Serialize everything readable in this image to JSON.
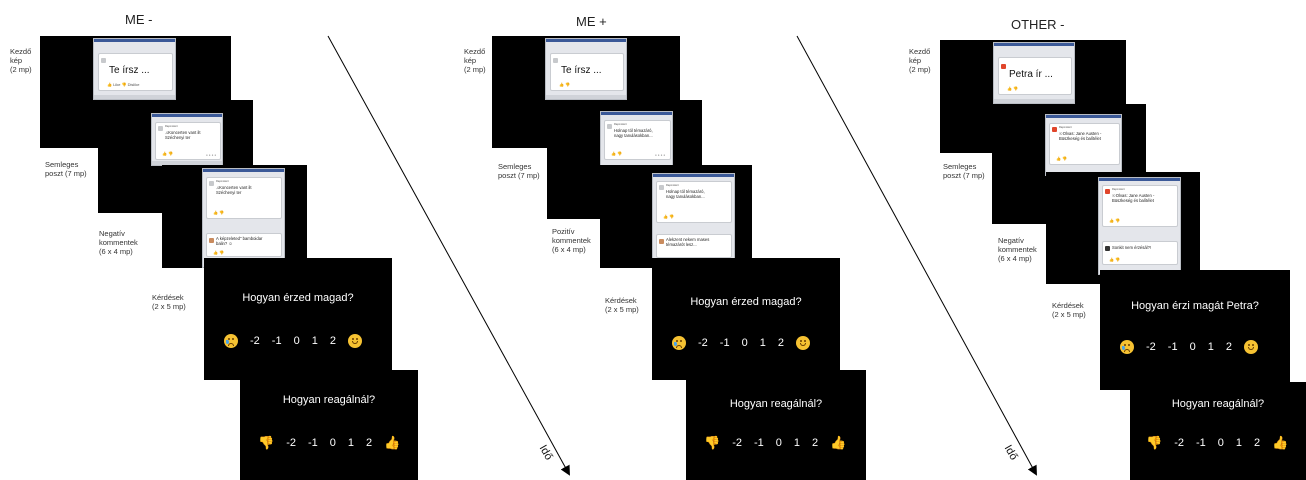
{
  "panels": [
    {
      "title": "ME -",
      "labels": {
        "start": "Kezdő\nkép\n(2 mp)",
        "neutral": "Semleges\nposzt (7 mp)",
        "comments": "Negatív\nkommentek\n(6 x 4 mp)",
        "questions": "Kérdések\n(2 x 5 mp)"
      },
      "start_prompt": "Te írsz ...",
      "post_text": "♫Koncerten vant ilt\nSzéchenyi ter",
      "comment_text": "A képzeleted\" bamboidar\nbalin? ☺",
      "question1": "Hogyan érzed magad?",
      "question2": "Hogyan reagálnál?"
    },
    {
      "title": "ME +",
      "labels": {
        "start": "Kezdő\nkép\n(2 mp)",
        "neutral": "Semleges\nposzt (7 mp)",
        "comments": "Pozitív\nkommentek\n(6 x 4 mp)",
        "questions": "Kérdések\n(2 x 5 mp)"
      },
      "start_prompt": "Te írsz ...",
      "post_text": "Holnap tól témazáró,\nnagy tanulásokban...",
      "comment_text": "Alekzent nekem mases\ntémazárót lesz...",
      "question1": "Hogyan érzed magad?",
      "question2": "Hogyan reagálnál?"
    },
    {
      "title": "OTHER -",
      "labels": {
        "start": "Kezdő\nkép\n(2 mp)",
        "neutral": "Semleges\nposzt (7 mp)",
        "comments": "Negatív\nkommentek\n(6 x 4 mp)",
        "questions": "Kérdések\n(2 x 5 mp)"
      },
      "start_prompt": "Petra ír ...",
      "post_text": "☉Olvas: Jane Austen -\nBüszkeség és balítélet",
      "comment_text": "Sonkit nem érzésál?!",
      "question1": "Hogyan érzi magát Petra?",
      "question2": "Hogyan reagálnál?"
    }
  ],
  "post_author": "Rapmotiert",
  "react_like": "Like",
  "react_dislike": "Dislike",
  "scale": [
    "-2",
    "-1",
    "0",
    "1",
    "2"
  ],
  "time_label": "Idő",
  "icons": {
    "sad": "crying-face-icon",
    "happy": "smiling-face-icon",
    "down": "thumbs-down-icon",
    "up": "thumbs-up-icon"
  }
}
